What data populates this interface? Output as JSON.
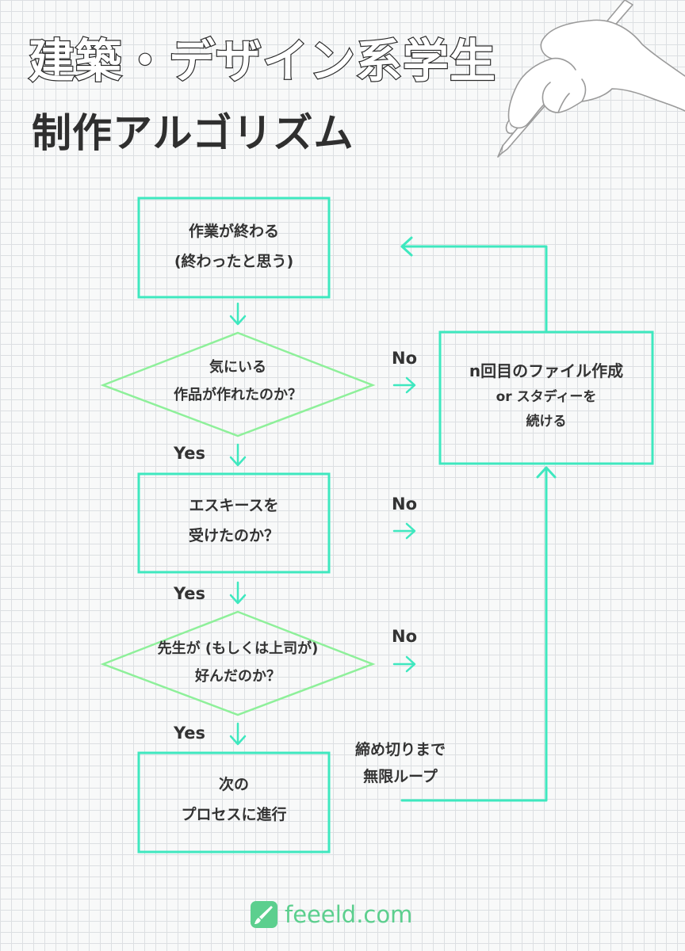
{
  "title": {
    "line1": "建築・デザイン系学生",
    "line2": "制作アルゴリズム"
  },
  "colors": {
    "box_stroke": "#3ee8bf",
    "diamond_stroke": "#8ef09a",
    "text": "#333333",
    "logo": "#5ccf8e"
  },
  "nodes": {
    "work_done": {
      "line1": "作業が終わる",
      "line2": "(終わったと思う)"
    },
    "satisfied": {
      "line1": "気にいる",
      "line2": "作品が作れたのか？"
    },
    "esquisse": {
      "line1": "エスキースを",
      "line2": "受けたのか？"
    },
    "teacher": {
      "line1": "先生が (もしくは上司が)",
      "line2": "好んだのか？"
    },
    "next": {
      "line1": "次の",
      "line2": "プロセスに進行"
    },
    "retry": {
      "line1": "n回目のファイル作成",
      "line2": "or スタディーを",
      "line3": "続ける"
    }
  },
  "edges": {
    "yes_label": "Yes",
    "no_label": "No"
  },
  "loop_note": {
    "line1": "締め切りまで",
    "line2": "無限ループ"
  },
  "logo": {
    "text": "feeeld.com",
    "icon": "pen-brush-icon"
  },
  "illustration": {
    "icon": "hand-holding-pen-icon"
  }
}
